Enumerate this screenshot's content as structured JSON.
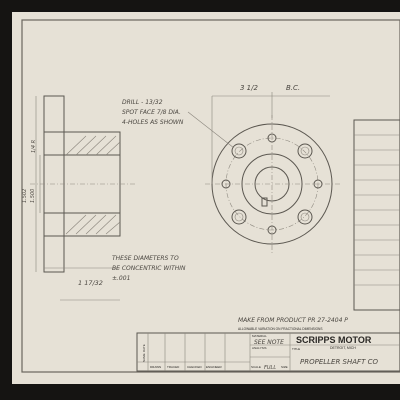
{
  "drawing": {
    "notes": {
      "drill": "DRILL - 13/32",
      "spot_face": "SPOT FACE 7/8 DIA.",
      "holes": "4-HOLES AS SHOWN",
      "diameters": "THESE DIAMETERS TO",
      "concentric": "BE CONCENTRIC WITHIN",
      "tolerance": "±.001",
      "make_from": "MAKE FROM PRODUCT PR 27-2404 P"
    },
    "dims": {
      "depth": "1 17/32",
      "dim_a": "3 1/2",
      "dim_bc": "B.C.",
      "dim_v1": "1.502",
      "dim_v2": "1.500",
      "dim_r": "1/4 R"
    }
  },
  "title_block": {
    "company": "SCRIPPS MOTOR",
    "location": "DETROIT, MICH",
    "material_label": "MATERIAL",
    "material_value": "SEE NOTE",
    "analysis_label": "ANALYSIS",
    "title_label": "TITLE",
    "title_value": "PROPELLER SHAFT CO",
    "scale_label": "SCALE",
    "scale_value": "FULL",
    "size_label": "SIZE",
    "tolerance_text": "ALLOWABLE VARIATION ON FRACTIONAL DIMENSIONS",
    "roles": [
      "DRAWN",
      "TRACED",
      "CHECKED",
      "ENGINEER"
    ],
    "side_labels": [
      "DATE",
      "NAME"
    ]
  }
}
